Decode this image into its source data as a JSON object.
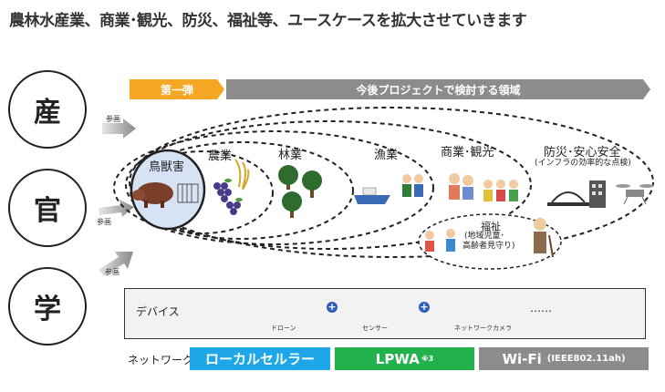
{
  "title": "農林水産業、商業･観光、防災、福祉等、ユースケースを拡大させていきます",
  "actors": [
    "産",
    "官",
    "学"
  ],
  "participation": "参画",
  "phases": {
    "first": "第一弾",
    "future": "今後プロジェクトで検討する領域"
  },
  "domains": {
    "wildlife": "鳥獣害",
    "agriculture": "農業",
    "forestry": "林業",
    "fishery": "漁業",
    "commerce": "商業･観光",
    "disaster": "防災･安心安全",
    "disaster_note": "(インフラの効率的な点検)",
    "welfare": "福祉",
    "welfare_note_1": "(地域児童･",
    "welfare_note_2": "高齢者見守り)"
  },
  "devices": {
    "title": "デバイス",
    "drone": "ドローン",
    "sensor": "センサー",
    "camera": "ネットワークカメラ",
    "more": "……",
    "plus": "+"
  },
  "network": {
    "label": "ネットワーク",
    "cellular": "ローカルセルラー",
    "lpwa": "LPWA",
    "lpwa_note": "※3",
    "wifi": "Wi-Fi",
    "wifi_note": "(IEEE802.11ah)"
  },
  "colors": {
    "phase1": "#f5a623",
    "phase2": "#8c8c8c",
    "cellular": "#1ea7e8",
    "lpwa": "#22b24c",
    "wifi": "#8c8c8c",
    "plus": "#2d5fb8"
  }
}
